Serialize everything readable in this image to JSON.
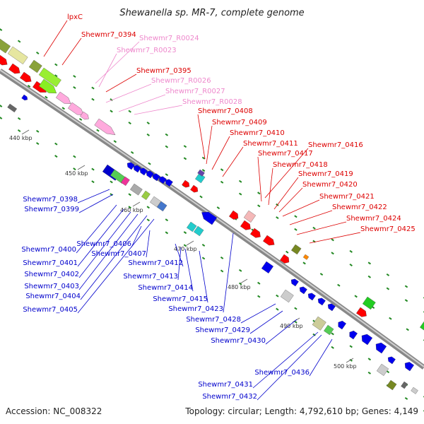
{
  "title": "Shewanella sp. MR-7, complete genome",
  "footer": {
    "accession": "Accession: NC_008322",
    "summary": "Topology: circular; Length: 4,792,610 bp; Genes: 4,149"
  },
  "ticks": [
    "440 kbp",
    "450 kbp",
    "460 kbp",
    "470 kbp",
    "480 kbp",
    "490 kbp",
    "500 kbp"
  ],
  "colors": {
    "red_label": "#dd0000",
    "pink_label": "#ee88cc",
    "blue_label": "#0000cc",
    "dna": "#999999",
    "forward_gene": "#ff0000",
    "reverse_gene": "#0000ee",
    "rna": "#ffaadd",
    "tick_dash": "#228822"
  },
  "labels": {
    "red": [
      "lpxC",
      "Shewmr7_0394",
      "Shewmr7_0395",
      "Shewmr7_0408",
      "Shewmr7_0409",
      "Shewmr7_0410",
      "Shewmr7_0411",
      "Shewmr7_0416",
      "Shewmr7_0417",
      "Shewmr7_0418",
      "Shewmr7_0419",
      "Shewmr7_0420",
      "Shewmr7_0421",
      "Shewmr7_0422",
      "Shewmr7_0424",
      "Shewmr7_0425"
    ],
    "pink": [
      "Shewmr7_R0024",
      "Shewmr7_R0023",
      "Shewmr7_R0026",
      "Shewmr7_R0027",
      "Shewmr7_R0028"
    ],
    "blue": [
      "Shewmr7_0398",
      "Shewmr7_0399",
      "Shewmr7_0400",
      "Shewmr7_0401",
      "Shewmr7_0402",
      "Shewmr7_0403",
      "Shewmr7_0404",
      "Shewmr7_0405",
      "Shewmr7_0406",
      "Shewmr7_0407",
      "Shewmr7_0412",
      "Shewmr7_0413",
      "Shewmr7_0414",
      "Shewmr7_0415",
      "Shewmr7_0423",
      "Shewmr7_0428",
      "Shewmr7_0429",
      "Shewmr7_0430",
      "Shewmr7_0431",
      "Shewmr7_0432",
      "Shewmr7_0436"
    ]
  }
}
